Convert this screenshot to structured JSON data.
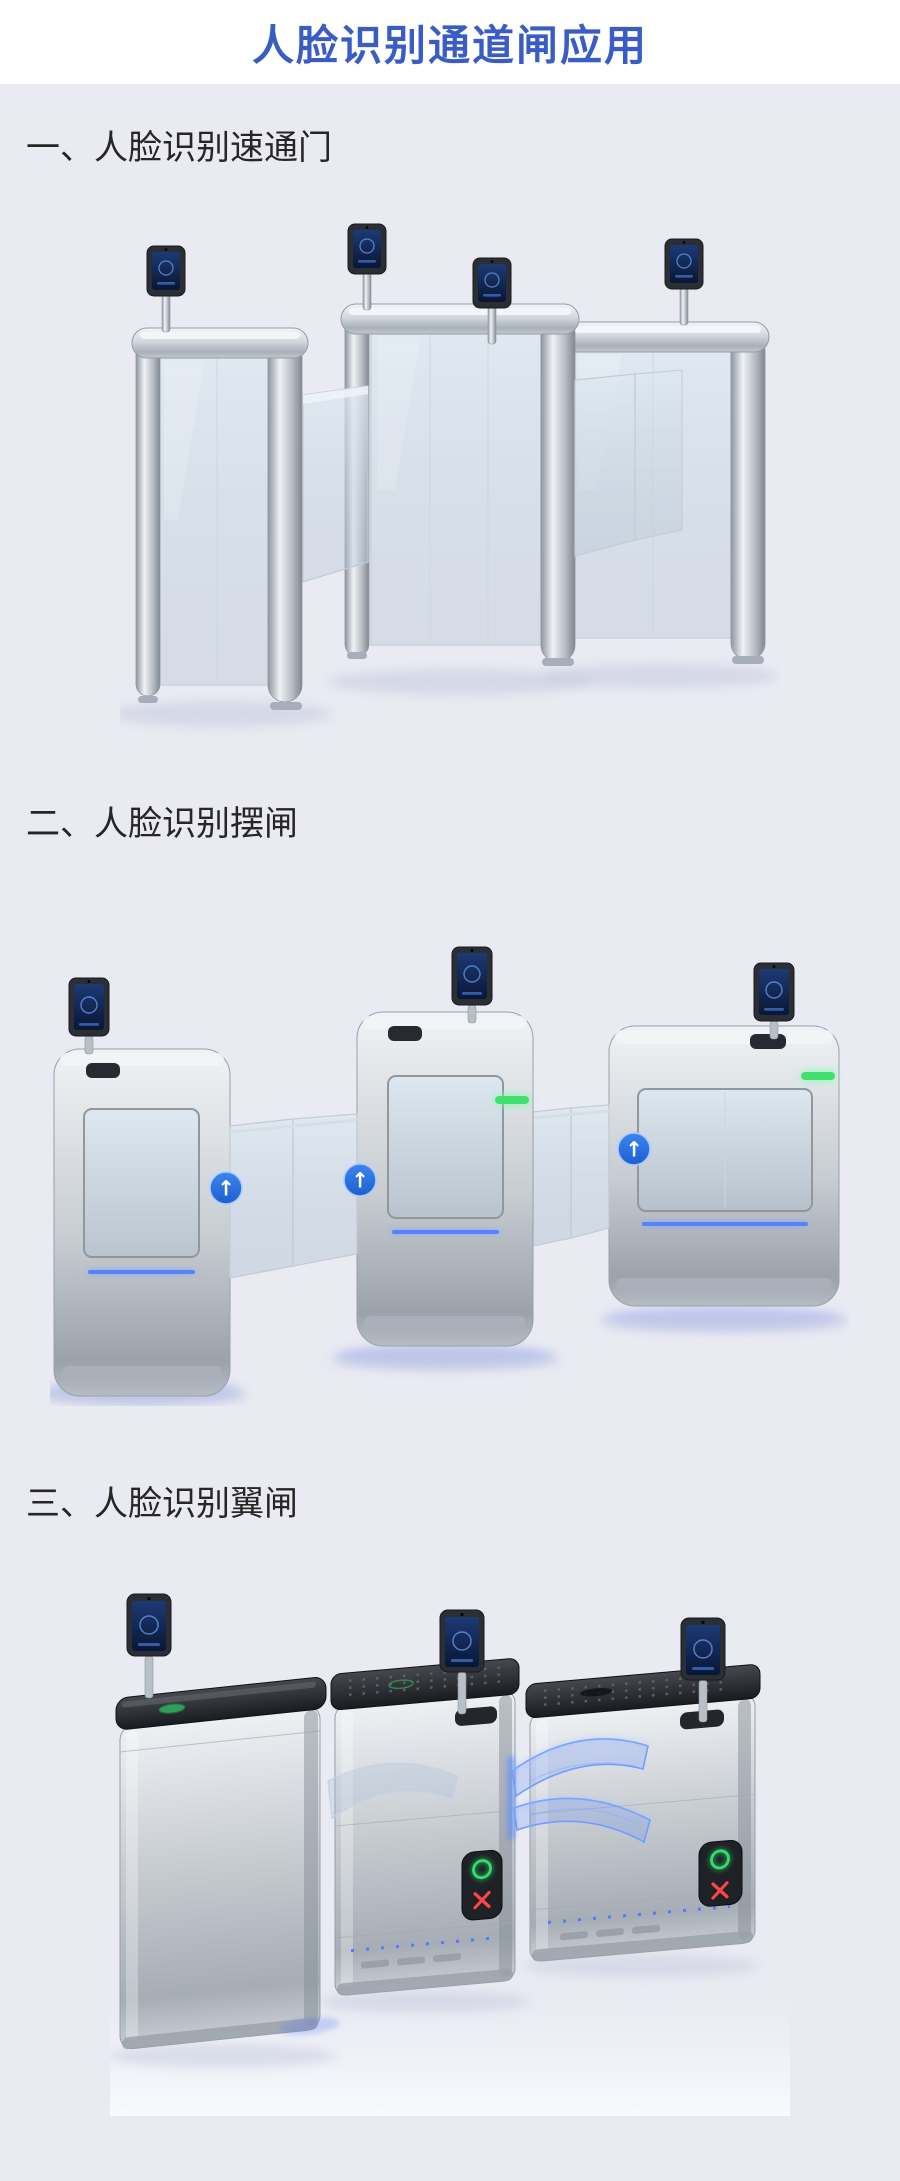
{
  "header": {
    "title": "人脸识别通道闸应用"
  },
  "sections": [
    {
      "heading": "一、人脸识别速通门"
    },
    {
      "heading": "二、人脸识别摆闸"
    },
    {
      "heading": "三、人脸识别翼闸"
    }
  ],
  "icons": {
    "passage_arrow": "↑",
    "pass_indicator": "O",
    "stop_indicator": "X"
  },
  "colors": {
    "page-background": "#e9eaf2",
    "header-background": "#ffffff",
    "title": "#3a5cc5",
    "heading": "#262626",
    "led-blue": "#4d7dff",
    "led-green": "#3fe070",
    "indicator-green": "#2fe06a",
    "indicator-red": "#ff4545"
  }
}
